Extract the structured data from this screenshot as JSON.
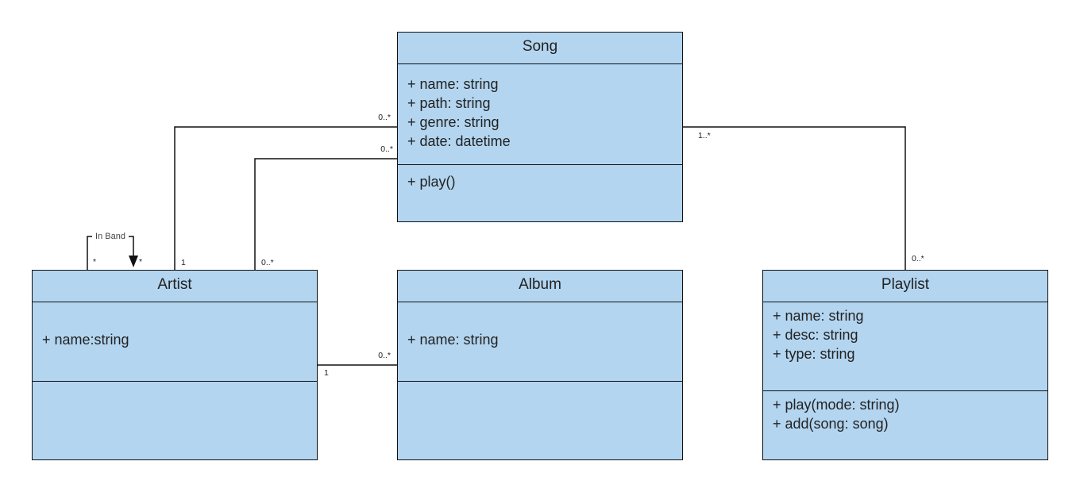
{
  "classes": {
    "song": {
      "name": "Song",
      "attributes": [
        "+ name: string",
        "+ path: string",
        "+ genre: string",
        "+ date: datetime"
      ],
      "operations": [
        "+ play()"
      ]
    },
    "artist": {
      "name": "Artist",
      "attributes": [
        "+ name:string"
      ],
      "operations": []
    },
    "album": {
      "name": "Album",
      "attributes": [
        "+ name: string"
      ],
      "operations": []
    },
    "playlist": {
      "name": "Playlist",
      "attributes": [
        "+ name: string",
        "+ desc: string",
        "+ type: string"
      ],
      "operations": [
        "+ play(mode: string)",
        "+ add(song: song)"
      ]
    }
  },
  "associations": {
    "artist_song_1": {
      "from": "Artist",
      "to": "Song",
      "from_mult": "1",
      "to_mult": "0..*"
    },
    "artist_song_2": {
      "from": "Artist",
      "to": "Song",
      "from_mult": "0..*",
      "to_mult": "0..*"
    },
    "song_playlist": {
      "from": "Song",
      "to": "Playlist",
      "from_mult": "1..*",
      "to_mult": "0..*"
    },
    "artist_album": {
      "from": "Artist",
      "to": "Album",
      "from_mult": "1",
      "to_mult": "0..*"
    },
    "artist_self": {
      "label": "In Band",
      "from_mult": "*",
      "to_mult": "*"
    }
  }
}
